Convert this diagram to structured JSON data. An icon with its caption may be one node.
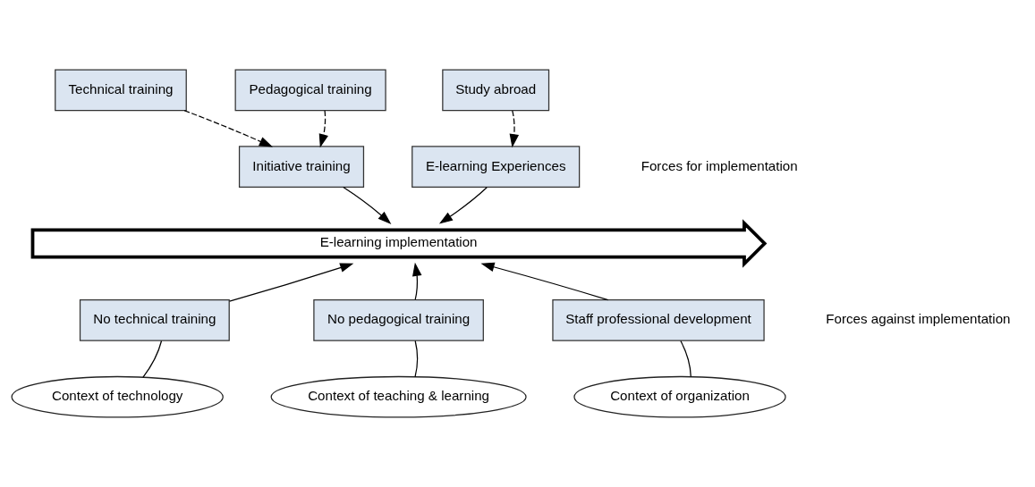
{
  "diagram": {
    "nodes": [
      {
        "text": [
          "Technical training"
        ]
      },
      {
        "text": [
          "Pedagogical training"
        ]
      },
      {
        "text": [
          "Study abroad"
        ]
      },
      {
        "text": [
          "Initiative training"
        ]
      },
      {
        "text": [
          "E-learning Experiences"
        ]
      },
      {
        "text": [
          "E-learning implementation"
        ]
      },
      {
        "text": [
          "No technical training"
        ]
      },
      {
        "text": [
          "No pedagogical training"
        ]
      },
      {
        "text": [
          "Staff professional development"
        ]
      },
      {
        "text": [
          "Context of technology"
        ]
      },
      {
        "text": [
          "Context of teaching & learning"
        ]
      },
      {
        "text": [
          "Context of organization"
        ]
      }
    ],
    "edges": [
      {
        "from": 0,
        "to": 3,
        "arrow": "to",
        "style": "dashed"
      },
      {
        "from": 1,
        "to": 3,
        "arrow": "to",
        "style": "dashed"
      },
      {
        "from": 2,
        "to": 4,
        "arrow": "to",
        "style": "dashed"
      },
      {
        "from": 3,
        "to": 5,
        "arrow": "to"
      },
      {
        "from": 4,
        "to": 5,
        "arrow": "to"
      },
      {
        "from": 6,
        "to": 5,
        "arrow": "to"
      },
      {
        "from": 7,
        "to": 5,
        "arrow": "to"
      },
      {
        "from": 8,
        "to": 5,
        "arrow": "to"
      },
      {
        "from": 9,
        "to": 6,
        "arrow": "none"
      },
      {
        "from": 10,
        "to": 7,
        "arrow": "none"
      },
      {
        "from": 11,
        "to": 8,
        "arrow": "none"
      }
    ],
    "labels": [
      "Forces for implementation",
      "Forces against implementation"
    ]
  }
}
